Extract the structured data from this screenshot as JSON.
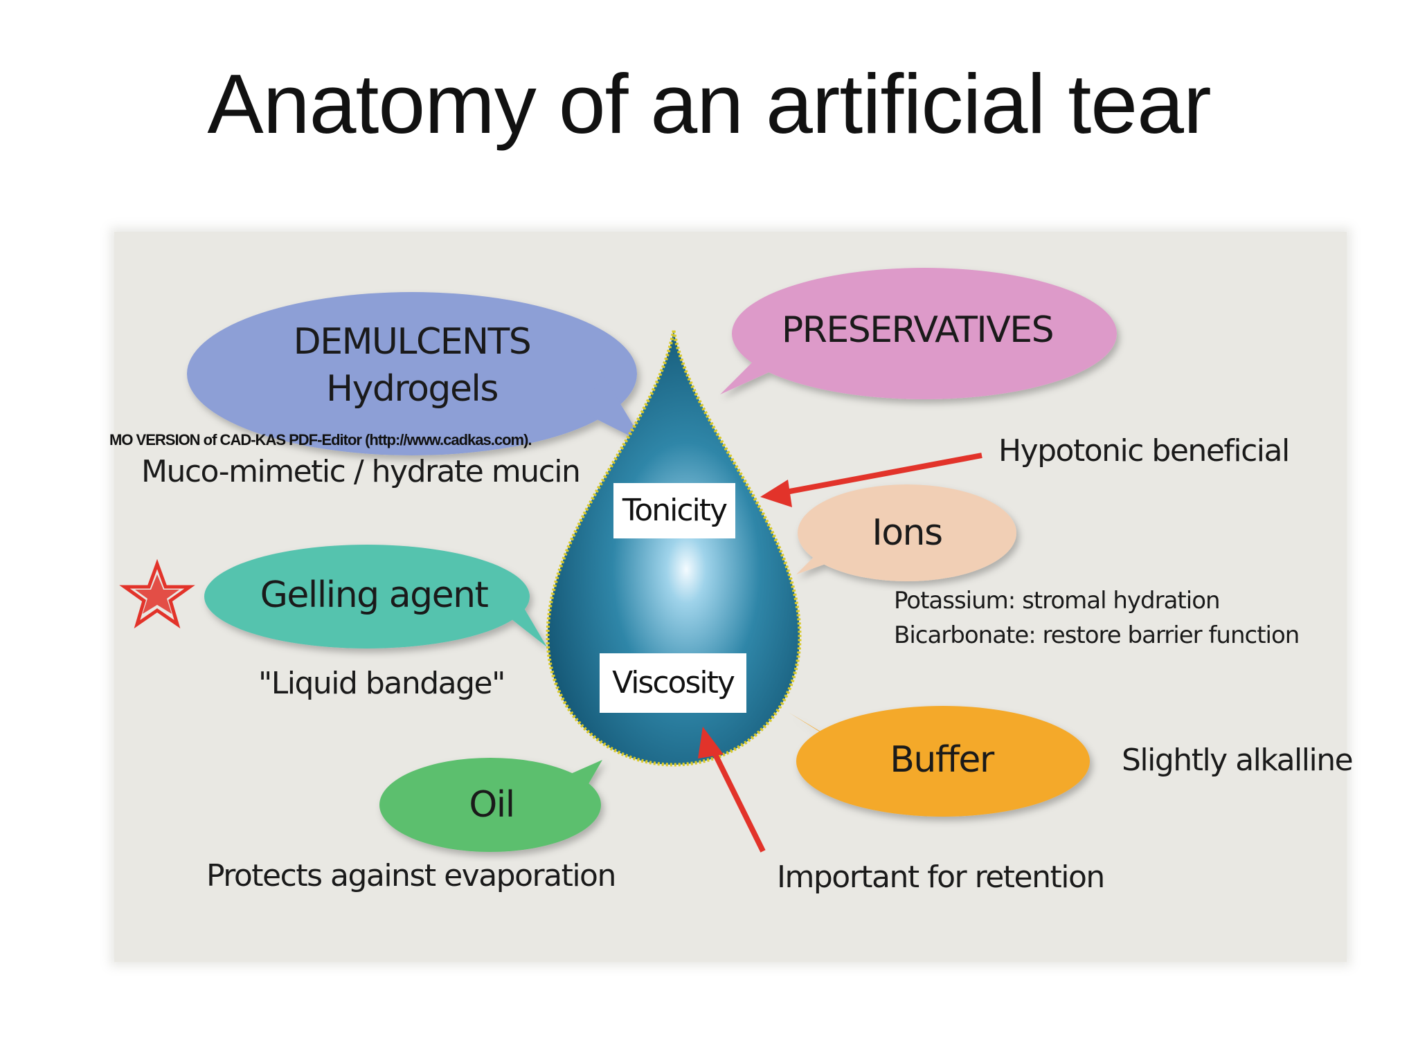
{
  "title": "Anatomy of an artificial tear",
  "watermark": "MO VERSION of CAD-KAS PDF-Editor (http://www.cadkas.com).",
  "drop": {
    "tonicity": "Tonicity",
    "viscosity": "Viscosity"
  },
  "bubbles": {
    "demulcents": {
      "title": "DEMULCENTS",
      "subtitle": "Hydrogels",
      "color": "#8d9fd6"
    },
    "preservatives": {
      "title": "PRESERVATIVES",
      "color": "#dd9ac9"
    },
    "gelling": {
      "title": "Gelling agent",
      "color": "#55c3ae"
    },
    "ions": {
      "title": "Ions",
      "color": "#f1cfb5"
    },
    "buffer": {
      "title": "Buffer",
      "color": "#f4a92a"
    },
    "oil": {
      "title": "Oil",
      "color": "#5cbf6e"
    }
  },
  "notes": {
    "demulcents": "Muco-mimetic / hydrate mucin",
    "tonicity": "Hypotonic beneficial",
    "ions_potassium": "Potassium: stromal hydration",
    "ions_bicarbonate": "Bicarbonate: restore barrier function",
    "gelling": "\"Liquid bandage\"",
    "buffer": "Slightly alkalline",
    "oil": "Protects against evaporation",
    "viscosity": "Important for retention"
  },
  "colors": {
    "drop": "#1f6f8e",
    "arrow": "#e2332a",
    "star": "#e2332a",
    "panel": "#e9e8e3"
  },
  "icons": {
    "star": "star-icon",
    "drop": "tear-drop-icon"
  }
}
